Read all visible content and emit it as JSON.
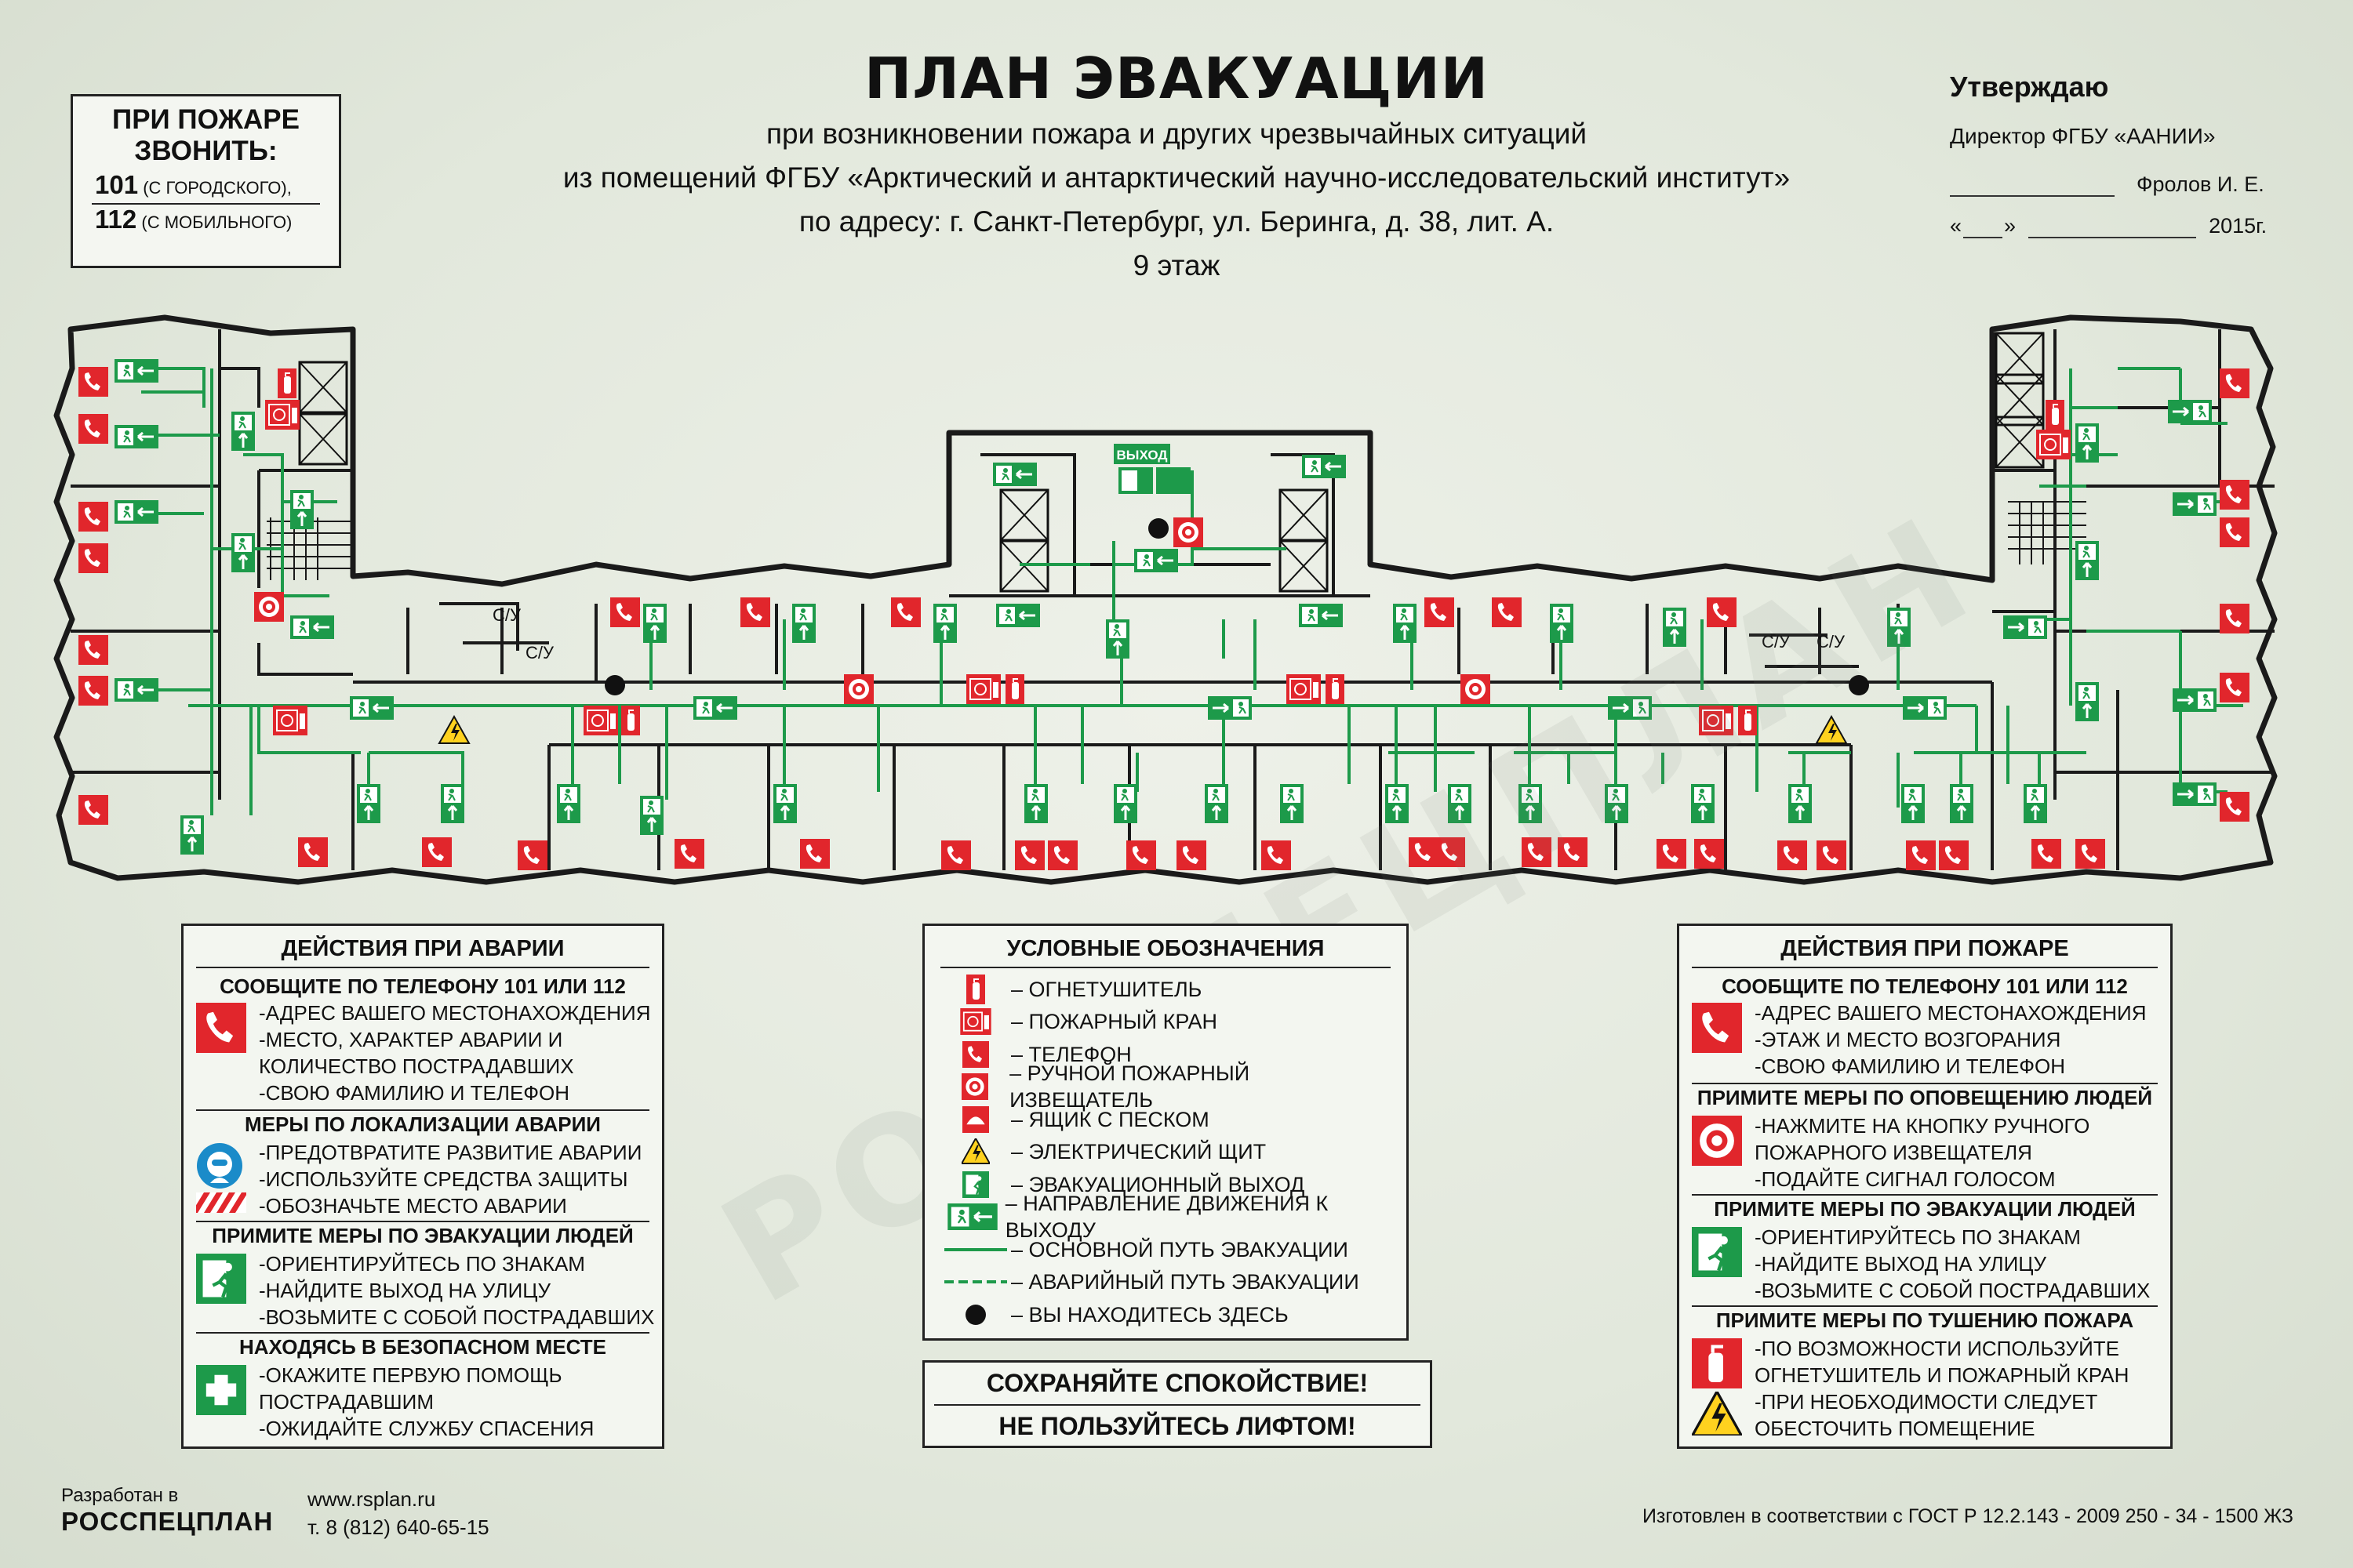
{
  "header": {
    "title": "ПЛАН ЭВАКУАЦИИ",
    "line1": "при возникновении пожара и других чрезвычайных ситуаций",
    "line2": "из помещений ФГБУ «Арктический и антарктический научно-исследовательский институт»",
    "line3": "по адресу: г. Санкт-Петербург, ул. Беринга, д. 38, лит. А.",
    "floor": "9 этаж"
  },
  "call_box": {
    "heading1": "ПРИ ПОЖАРЕ",
    "heading2": "ЗВОНИТЬ:",
    "num1": "101",
    "num1_note": "(С ГОРОДСКОГО),",
    "num2": "112",
    "num2_note": "(С МОБИЛЬНОГО)"
  },
  "approval": {
    "heading": "Утверждаю",
    "position": "Директор ФГБУ «ААНИИ»",
    "name": "Фролов И. Е.",
    "date_open": "«",
    "date_close": "»",
    "year": "2015г."
  },
  "plan": {
    "service_labels": [
      "С/У",
      "С/У",
      "С/У",
      "С/У"
    ],
    "exit_sign": "ВЫХОД"
  },
  "accident_panel": {
    "title": "ДЕЙСТВИЯ ПРИ АВАРИИ",
    "s1_title": "СООБЩИТЕ ПО ТЕЛЕФОНУ  101 ИЛИ 112",
    "s1_lines": [
      "-АДРЕС ВАШЕГО МЕСТОНАХОЖДЕНИЯ",
      "-МЕСТО, ХАРАКТЕР АВАРИИ И",
      " КОЛИЧЕСТВО ПОСТРАДАВШИХ",
      "-СВОЮ ФАМИЛИЮ И  ТЕЛЕФОН"
    ],
    "s2_title": "МЕРЫ ПО ЛОКАЛИЗАЦИИ АВАРИИ",
    "s2_lines": [
      "-ПРЕДОТВРАТИТЕ РАЗВИТИЕ АВАРИИ",
      "-ИСПОЛЬЗУЙТЕ СРЕДСТВА ЗАЩИТЫ",
      "-ОБОЗНАЧЬТЕ МЕСТО АВАРИИ"
    ],
    "s3_title": "ПРИМИТЕ МЕРЫ ПО ЭВАКУАЦИИ ЛЮДЕЙ",
    "s3_lines": [
      "-ОРИЕНТИРУЙТЕСЬ ПО ЗНАКАМ",
      "-НАЙДИТЕ ВЫХОД НА УЛИЦУ",
      "-ВОЗЬМИТЕ С СОБОЙ ПОСТРАДАВШИХ"
    ],
    "s4_title": "НАХОДЯСЬ В БЕЗОПАСНОМ МЕСТЕ",
    "s4_lines": [
      "-ОКАЖИТЕ ПЕРВУЮ ПОМОЩЬ",
      " ПОСТРАДАВШИМ",
      "-ОЖИДАЙТЕ СЛУЖБУ СПАСЕНИЯ"
    ]
  },
  "legend": {
    "title": "УСЛОВНЫЕ ОБОЗНАЧЕНИЯ",
    "items": [
      {
        "icon": "extinguisher-icon",
        "label": "–  ОГНЕТУШИТЕЛЬ"
      },
      {
        "icon": "fire-hydrant-icon",
        "label": "–  ПОЖАРНЫЙ КРАН"
      },
      {
        "icon": "phone-icon",
        "label": "–  ТЕЛЕФОН"
      },
      {
        "icon": "alarm-button-icon",
        "label": "–  РУЧНОЙ ПОЖАРНЫЙ ИЗВЕЩАТЕЛЬ"
      },
      {
        "icon": "sand-box-icon",
        "label": "–  ЯЩИК С ПЕСКОМ"
      },
      {
        "icon": "electric-panel-icon",
        "label": "–  ЭЛЕКТРИЧЕСКИЙ ЩИТ"
      },
      {
        "icon": "emergency-exit-icon",
        "label": "–  ЭВАКУАЦИОННЫЙ ВЫХОД"
      },
      {
        "icon": "direction-arrow-icon",
        "label": "–  НАПРАВЛЕНИЕ ДВИЖЕНИЯ К ВЫХОДУ"
      },
      {
        "icon": "main-route-line",
        "label": "– ОСНОВНОЙ ПУТЬ ЭВАКУАЦИИ"
      },
      {
        "icon": "emergency-route-line",
        "label": "– АВАРИЙНЫЙ ПУТЬ ЭВАКУАЦИИ"
      },
      {
        "icon": "you-are-here-dot",
        "label": "– ВЫ НАХОДИТЕСЬ ЗДЕСЬ"
      }
    ]
  },
  "calm": {
    "line1": "СОХРАНЯЙТЕ  СПОКОЙСТВИЕ!",
    "line2": "НЕ ПОЛЬЗУЙТЕСЬ ЛИФТОМ!"
  },
  "fire_panel": {
    "title": "ДЕЙСТВИЯ ПРИ ПОЖАРЕ",
    "s1_title": "СООБЩИТЕ ПО ТЕЛЕФОНУ  101 ИЛИ 112",
    "s1_lines": [
      "-АДРЕС ВАШЕГО МЕСТОНАХОЖДЕНИЯ",
      "-ЭТАЖ И МЕСТО ВОЗГОРАНИЯ",
      "-СВОЮ ФАМИЛИЮ И  ТЕЛЕФОН"
    ],
    "s2_title": "ПРИМИТЕ МЕРЫ ПО ОПОВЕЩЕНИЮ ЛЮДЕЙ",
    "s2_lines": [
      "-НАЖМИТЕ НА КНОПКУ РУЧНОГО",
      " ПОЖАРНОГО ИЗВЕЩАТЕЛЯ",
      "-ПОДАЙТЕ СИГНАЛ ГОЛОСОМ"
    ],
    "s3_title": "ПРИМИТЕ МЕРЫ ПО ЭВАКУАЦИИ ЛЮДЕЙ",
    "s3_lines": [
      "-ОРИЕНТИРУЙТЕСЬ ПО ЗНАКАМ",
      "-НАЙДИТЕ ВЫХОД НА УЛИЦУ",
      "-ВОЗЬМИТЕ С СОБОЙ ПОСТРАДАВШИХ"
    ],
    "s4_title": "ПРИМИТЕ МЕРЫ ПО ТУШЕНИЮ ПОЖАРА",
    "s4_lines": [
      "-ПО ВОЗМОЖНОСТИ ИСПОЛЬЗУЙТЕ",
      " ОГНЕТУШИТЕЛЬ И ПОЖАРНЫЙ КРАН",
      "-ПРИ НЕОБХОДИМОСТИ СЛЕДУЕТ",
      " ОБЕСТОЧИТЬ ПОМЕЩЕНИЕ"
    ]
  },
  "footer": {
    "developed_by": "Разработан в",
    "company": "РОССПЕЦПЛАН",
    "website": "www.rsplan.ru",
    "phone": "т. 8 (812) 640-65-15",
    "gost": "Изготовлен в соответствии с ГОСТ Р 12.2.143 - 2009 250 - 34 - 1500 ЖЗ"
  },
  "watermark": "РОССПЕЦПЛАН",
  "colors": {
    "evac_green": "#1d9a4a",
    "fire_red": "#e1262c",
    "wall": "#1a1a1a",
    "background": "#e4eadf"
  }
}
